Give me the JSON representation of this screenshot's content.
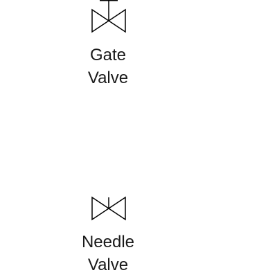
{
  "shapes": [
    {
      "id": "gate-valve",
      "label_lines": [
        "Gate",
        "Valve"
      ],
      "icon": "gate-valve-icon"
    },
    {
      "id": "needle-valve",
      "label_lines": [
        "Needle",
        "Valve"
      ],
      "icon": "needle-valve-icon"
    }
  ],
  "colors": {
    "stroke": "#000000",
    "text": "#1a1a1a",
    "background": "#ffffff"
  }
}
